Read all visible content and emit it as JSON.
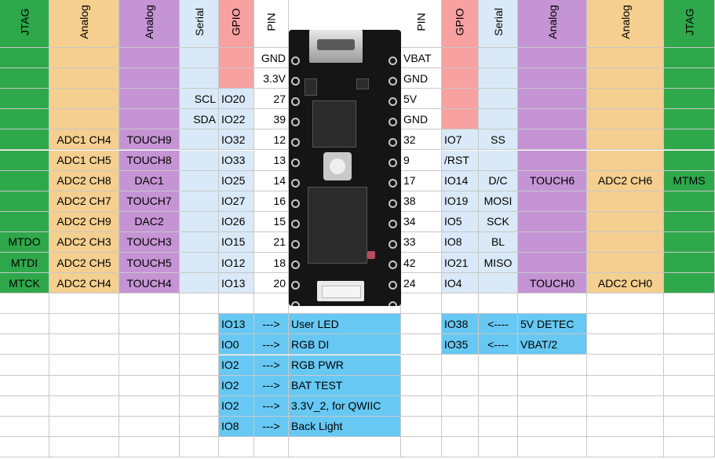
{
  "colors": {
    "jtag": "#2ea84b",
    "analog_orange": "#f4cf8f",
    "analog_purple": "#c594d4",
    "serial": "#d9e9f7",
    "gpio": "#f8a1a1",
    "pin": "#ffffff",
    "legend": "#67c8f3",
    "empty": "#ffffff"
  },
  "headers": {
    "jtag_left": "JTAG",
    "analog1_left": "Analog",
    "analog2_left": "Analog",
    "serial_left": "Serial",
    "gpio_left": "GPIO",
    "pin_left": "PIN",
    "pin_right": "PIN",
    "gpio_right": "GPIO",
    "serial_right": "Serial",
    "analog2_right": "Analog",
    "analog1_right": "Analog",
    "jtag_right": "JTAG"
  },
  "left_rows": [
    {
      "jtag": "",
      "analog1": "",
      "analog2": "",
      "serial": "",
      "gpio": "",
      "pin": "GND"
    },
    {
      "jtag": "",
      "analog1": "",
      "analog2": "",
      "serial": "",
      "gpio": "",
      "pin": "3.3V"
    },
    {
      "jtag": "",
      "analog1": "",
      "analog2": "",
      "serial": "SCL",
      "gpio": "IO20",
      "pin": "27"
    },
    {
      "jtag": "",
      "analog1": "",
      "analog2": "",
      "serial": "SDA",
      "gpio": "IO22",
      "pin": "39"
    },
    {
      "jtag": "",
      "analog1": "ADC1 CH4",
      "analog2": "TOUCH9",
      "serial": "",
      "gpio": "IO32",
      "pin": "12"
    },
    {
      "jtag": "",
      "analog1": "ADC1 CH5",
      "analog2": "TOUCH8",
      "serial": "",
      "gpio": "IO33",
      "pin": "13"
    },
    {
      "jtag": "",
      "analog1": "ADC2 CH8",
      "analog2": "DAC1",
      "serial": "",
      "gpio": "IO25",
      "pin": "14"
    },
    {
      "jtag": "",
      "analog1": "ADC2 CH7",
      "analog2": "TOUCH7",
      "serial": "",
      "gpio": "IO27",
      "pin": "16"
    },
    {
      "jtag": "",
      "analog1": "ADC2 CH9",
      "analog2": "DAC2",
      "serial": "",
      "gpio": "IO26",
      "pin": "15"
    },
    {
      "jtag": "MTDO",
      "analog1": "ADC2 CH3",
      "analog2": "TOUCH3",
      "serial": "",
      "gpio": "IO15",
      "pin": "21"
    },
    {
      "jtag": "MTDI",
      "analog1": "ADC2 CH5",
      "analog2": "TOUCH5",
      "serial": "",
      "gpio": "IO12",
      "pin": "18"
    },
    {
      "jtag": "MTCK",
      "analog1": "ADC2 CH4",
      "analog2": "TOUCH4",
      "serial": "",
      "gpio": "IO13",
      "pin": "20"
    }
  ],
  "right_rows": [
    {
      "pin": "VBAT",
      "gpio": "",
      "serial": "",
      "analog2": "",
      "analog1": "",
      "jtag": ""
    },
    {
      "pin": "GND",
      "gpio": "",
      "serial": "",
      "analog2": "",
      "analog1": "",
      "jtag": ""
    },
    {
      "pin": "5V",
      "gpio": "",
      "serial": "",
      "analog2": "",
      "analog1": "",
      "jtag": ""
    },
    {
      "pin": "GND",
      "gpio": "",
      "serial": "",
      "analog2": "",
      "analog1": "",
      "jtag": ""
    },
    {
      "pin": "32",
      "gpio": "IO7",
      "serial": "SS",
      "analog2": "",
      "analog1": "",
      "jtag": ""
    },
    {
      "pin": "9",
      "gpio": "/RST",
      "serial": "",
      "analog2": "",
      "analog1": "",
      "jtag": ""
    },
    {
      "pin": "17",
      "gpio": "IO14",
      "serial": "D/C",
      "analog2": "TOUCH6",
      "analog1": "ADC2 CH6",
      "jtag": "MTMS"
    },
    {
      "pin": "38",
      "gpio": "IO19",
      "serial": "MOSI",
      "analog2": "",
      "analog1": "",
      "jtag": ""
    },
    {
      "pin": "34",
      "gpio": "IO5",
      "serial": "SCK",
      "analog2": "",
      "analog1": "",
      "jtag": ""
    },
    {
      "pin": "33",
      "gpio": "IO8",
      "serial": "BL",
      "analog2": "",
      "analog1": "",
      "jtag": ""
    },
    {
      "pin": "42",
      "gpio": "IO21",
      "serial": "MISO",
      "analog2": "",
      "analog1": "",
      "jtag": ""
    },
    {
      "pin": "24",
      "gpio": "IO4",
      "serial": "",
      "analog2": "TOUCH0",
      "analog1": "ADC2 CH0",
      "jtag": ""
    }
  ],
  "legend_left": [
    {
      "io": "IO13",
      "arrow": "--->",
      "desc": "User LED"
    },
    {
      "io": "IO0",
      "arrow": "--->",
      "desc": "RGB DI"
    },
    {
      "io": "IO2",
      "arrow": "--->",
      "desc": "RGB PWR"
    },
    {
      "io": "IO2",
      "arrow": "--->",
      "desc": "BAT TEST"
    },
    {
      "io": "IO2",
      "arrow": "--->",
      "desc": "3.3V_2, for QWIIC"
    },
    {
      "io": "IO8",
      "arrow": "--->",
      "desc": "Back Light"
    }
  ],
  "legend_right": [
    {
      "io": "IO38",
      "arrow": "<----",
      "desc": "5V DETEC"
    },
    {
      "io": "IO35",
      "arrow": "<----",
      "desc": "VBAT/2"
    }
  ],
  "board_image": {
    "usb_connector": "micro-usb-connector",
    "button": "boot-button",
    "connector": "qwiic-connector"
  }
}
